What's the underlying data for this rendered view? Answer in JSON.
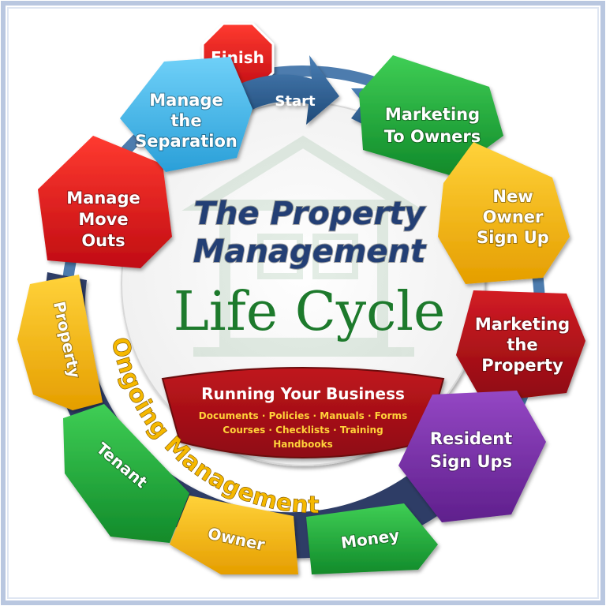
{
  "title": {
    "line1": "The Property",
    "line2": "Management",
    "line3": "Life Cycle"
  },
  "center_banner": {
    "heading": "Running Your Business",
    "items_line1": "Documents · Policies · Manuals · Forms",
    "items_line2": "Courses · Checklists · Training",
    "items_line3": "Handbooks"
  },
  "cycle_steps": [
    {
      "id": "finish",
      "label": "Finish",
      "color": "#e0161b"
    },
    {
      "id": "start",
      "label": "Start",
      "color": "#2c5f91"
    },
    {
      "id": "marketing-to-owners",
      "lines": [
        "Marketing",
        "To Owners"
      ],
      "color": "#1ea83a"
    },
    {
      "id": "new-owner-sign-up",
      "lines": [
        "New",
        "Owner",
        "Sign Up"
      ],
      "color": "#f5b800"
    },
    {
      "id": "marketing-the-property",
      "lines": [
        "Marketing",
        "the",
        "Property"
      ],
      "color": "#b3111a"
    },
    {
      "id": "resident-sign-ups",
      "lines": [
        "Resident",
        "Sign Ups"
      ],
      "color": "#7a2fa8"
    },
    {
      "id": "manage-move-outs",
      "lines": [
        "Manage",
        "Move",
        "Outs"
      ],
      "color": "#e0161b"
    },
    {
      "id": "manage-the-separation",
      "lines": [
        "Manage",
        "the",
        "Separation"
      ],
      "color": "#3bb3ea"
    }
  ],
  "ongoing": {
    "label": "Ongoing Management",
    "color": "#2d3d66",
    "text_color": "#f5b800",
    "items": [
      {
        "id": "property",
        "label": "Property",
        "color": "#f5b800"
      },
      {
        "id": "tenant",
        "label": "Tenant",
        "color": "#1ea83a"
      },
      {
        "id": "owner",
        "label": "Owner",
        "color": "#f5b800"
      },
      {
        "id": "money",
        "label": "Money",
        "color": "#1ea83a"
      }
    ]
  }
}
